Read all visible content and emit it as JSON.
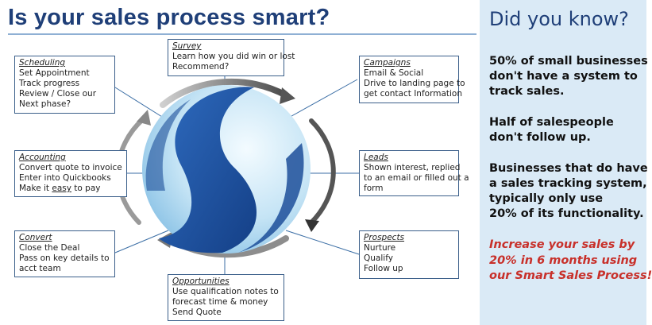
{
  "header": {
    "title": "Is your sales process smart?"
  },
  "boxes": {
    "survey": {
      "heading": "Survey",
      "lines": [
        "Learn how you did win or lost",
        "Recommend?"
      ]
    },
    "scheduling": {
      "heading": "Scheduling",
      "lines": [
        "Set Appointment",
        "Track progress",
        "Review / Close our",
        "Next phase?"
      ]
    },
    "campaigns": {
      "heading": "Campaigns",
      "lines": [
        "Email & Social",
        "Drive to landing page to",
        "get contact Information"
      ]
    },
    "accounting": {
      "heading": "Accounting",
      "lines": [
        "Convert quote to invoice",
        "Enter into Quickbooks"
      ],
      "last_pre": "Make it ",
      "last_emph": "easy",
      "last_post": " to pay"
    },
    "leads": {
      "heading": "Leads",
      "lines": [
        "Shown interest, replied",
        "to an email or filled out a",
        "form"
      ]
    },
    "convert": {
      "heading": "Convert",
      "lines": [
        "Close the Deal",
        "Pass on key details to",
        "acct team"
      ]
    },
    "prospects": {
      "heading": "Prospects",
      "lines": [
        "Nurture",
        "Qualify",
        "Follow up"
      ]
    },
    "opportunities": {
      "heading": "Opportunities",
      "lines": [
        "Use qualification notes to",
        "forecast time & money",
        "Send Quote"
      ]
    }
  },
  "sidebar": {
    "title": "Did you know?",
    "facts": [
      [
        "50% of small businesses",
        "don't have a system to",
        "track sales."
      ],
      [
        "Half of salespeople",
        "don't follow up."
      ],
      [
        "Businesses that do have",
        "a sales tracking system,",
        "typically only use",
        "20% of its functionality."
      ]
    ],
    "cta": [
      "Increase your sales by",
      "20% in 6 months using",
      "our Smart Sales Process!"
    ]
  },
  "colors": {
    "title": "#1f3f78",
    "sidebar_bg": "#daeaf6",
    "cta": "#c8302a",
    "logo_dark": "#1d4f9a",
    "logo_light": "#c5e4f5"
  },
  "icons": {
    "logo": "s-swirl-logo"
  }
}
